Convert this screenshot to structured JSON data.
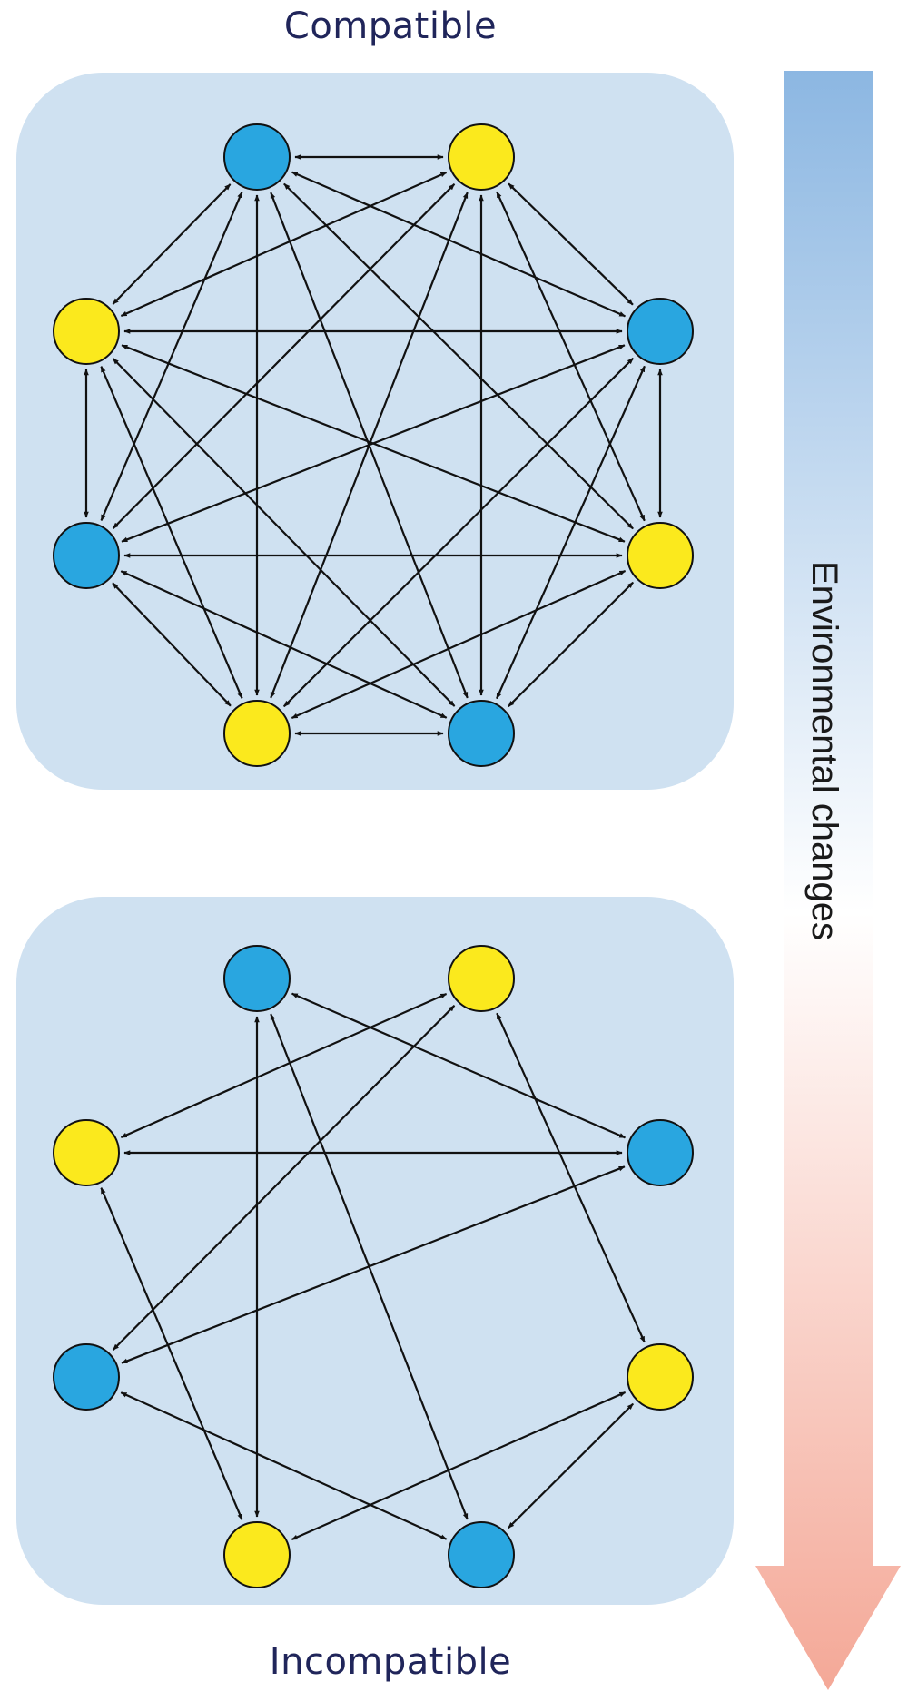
{
  "labels": {
    "top_title": "Compatible",
    "bottom_title": "Incompatible",
    "arrow_label": "Environmental changes"
  },
  "colors": {
    "panel_bg": "#cfe1f1",
    "node_blue": "#29a6e0",
    "node_yellow": "#fbe91d",
    "edge": "#111111",
    "gradient_top": "#8cb7e2",
    "gradient_mid": "#ffffff",
    "gradient_bottom": "#f4a897"
  },
  "nodes": [
    {
      "id": 0,
      "color": "blue"
    },
    {
      "id": 1,
      "color": "yellow"
    },
    {
      "id": 2,
      "color": "blue"
    },
    {
      "id": 3,
      "color": "yellow"
    },
    {
      "id": 4,
      "color": "blue"
    },
    {
      "id": 5,
      "color": "yellow"
    },
    {
      "id": 6,
      "color": "blue"
    },
    {
      "id": 7,
      "color": "yellow"
    }
  ],
  "networks": [
    {
      "name": "Compatible",
      "edges": "all"
    },
    {
      "name": "Incompatible",
      "edges": [
        [
          0,
          2
        ],
        [
          0,
          4
        ],
        [
          1,
          3
        ],
        [
          1,
          7
        ],
        [
          2,
          6
        ],
        [
          3,
          5
        ],
        [
          4,
          6
        ],
        [
          5,
          7
        ],
        [
          0,
          5
        ],
        [
          1,
          6
        ],
        [
          2,
          7
        ],
        [
          3,
          4
        ]
      ]
    }
  ]
}
